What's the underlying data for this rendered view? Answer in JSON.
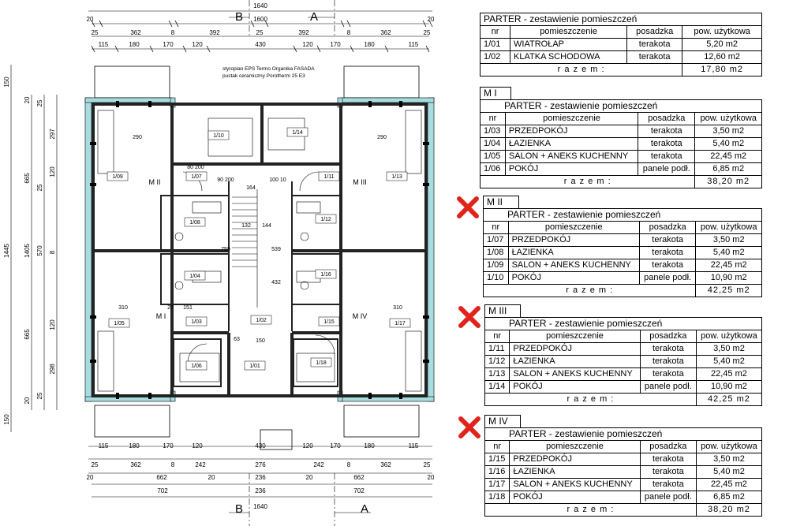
{
  "plan": {
    "overall_top": "1640",
    "inner_top": "1600",
    "overall_bottom": "1640",
    "section_b": "B",
    "section_a": "A",
    "top_dims_1": [
      "25",
      "362",
      "8",
      "392",
      "25",
      "392",
      "8",
      "362",
      "25"
    ],
    "top_dims_2": [
      "115",
      "180",
      "170",
      "120",
      "430",
      "120",
      "170",
      "180",
      "115"
    ],
    "bottom_dims_1": [
      "115",
      "180",
      "170",
      "120",
      "430",
      "120",
      "170",
      "180",
      "115"
    ],
    "bottom_dims_2": [
      "25",
      "362",
      "8",
      "242",
      "276",
      "242",
      "8",
      "362",
      "25"
    ],
    "bottom_dims_3": [
      "20",
      "662",
      "20",
      "236",
      "20",
      "662",
      "20"
    ],
    "bottom_dims_4": [
      "702",
      "236",
      "702"
    ],
    "left_dims": [
      "150",
      "20",
      "25",
      "297",
      "120",
      "665",
      "25",
      "570",
      "8",
      "665",
      "120",
      "298",
      "25",
      "20",
      "150"
    ],
    "left_total": "1445",
    "left_inner": "1405",
    "note_line1": "styropian EPS Termo Organika FASADA",
    "note_line2": "pustak ceramiczny Porotherm 25 E3",
    "room_labels": [
      "1/09",
      "1/10",
      "1/14",
      "1/13",
      "1/07",
      "1/11",
      "1/08",
      "1/12",
      "1/04",
      "1/16",
      "1/05",
      "1/03",
      "1/02",
      "1/15",
      "1/17",
      "1/06",
      "1/01",
      "1/18"
    ],
    "unit_labels": [
      "M II",
      "M III",
      "M I",
      "M IV"
    ],
    "misc_dims": [
      "290",
      "310",
      "80 200",
      "90 200",
      "164",
      "100 10",
      "144",
      "132",
      "539",
      "759",
      "432",
      "63",
      "150",
      "27",
      "151",
      "290",
      "310"
    ]
  },
  "tables": [
    {
      "unit": "",
      "title": "PARTER  -  zestawienie pomieszczeń",
      "headers": [
        "nr",
        "pomieszczenie",
        "posadzka",
        "pow. użytkowa"
      ],
      "rows": [
        [
          "1/01",
          "WIATROŁAP",
          "terakota",
          "5,20 m2"
        ],
        [
          "1/02",
          "KLATKA  SCHODOWA",
          "terakota",
          "12,60 m2"
        ]
      ],
      "sum_label": "r a z e m :",
      "sum": "17,80 m2",
      "crossed": false
    },
    {
      "unit": "M I",
      "title": "PARTER  -  zestawienie pomieszczeń",
      "headers": [
        "nr",
        "pomieszczenie",
        "posadzka",
        "pow. użytkowa"
      ],
      "rows": [
        [
          "1/03",
          "PRZEDPOKÓJ",
          "terakota",
          "3,50 m2"
        ],
        [
          "1/04",
          "ŁAZIENKA",
          "terakota",
          "5,40 m2"
        ],
        [
          "1/05",
          "SALON + ANEKS KUCHENNY",
          "terakota",
          "22,45 m2"
        ],
        [
          "1/06",
          "POKÓJ",
          "panele podł.",
          "6,85 m2"
        ]
      ],
      "sum_label": "r a z e m :",
      "sum": "38,20 m2",
      "crossed": false
    },
    {
      "unit": "M II",
      "title": "PARTER  -  zestawienie pomieszczeń",
      "headers": [
        "nr",
        "pomieszczenie",
        "posadzka",
        "pow. użytkowa"
      ],
      "rows": [
        [
          "1/07",
          "PRZEDPOKÓJ",
          "terakota",
          "3,50 m2"
        ],
        [
          "1/08",
          "ŁAZIENKA",
          "terakota",
          "5,40 m2"
        ],
        [
          "1/09",
          "SALON + ANEKS KUCHENNY",
          "terakota",
          "22,45 m2"
        ],
        [
          "1/10",
          "POKÓJ",
          "panele podł.",
          "10,90 m2"
        ]
      ],
      "sum_label": "r a z e m :",
      "sum": "42,25 m2",
      "crossed": true
    },
    {
      "unit": "M III",
      "title": "PARTER  -  zestawienie pomieszczeń",
      "headers": [
        "nr",
        "pomieszczenie",
        "posadzka",
        "pow. użytkowa"
      ],
      "rows": [
        [
          "1/11",
          "PRZEDPOKÓJ",
          "terakota",
          "3,50 m2"
        ],
        [
          "1/12",
          "ŁAZIENKA",
          "terakota",
          "5,40 m2"
        ],
        [
          "1/13",
          "SALON + ANEKS KUCHENNY",
          "terakota",
          "22,45 m2"
        ],
        [
          "1/14",
          "POKÓJ",
          "panele podł.",
          "10,90 m2"
        ]
      ],
      "sum_label": "r a z e m :",
      "sum": "42,25 m2",
      "crossed": true
    },
    {
      "unit": "M IV",
      "title": "PARTER  -  zestawienie pomieszczeń",
      "headers": [
        "nr",
        "pomieszczenie",
        "posadzka",
        "pow. użytkowa"
      ],
      "rows": [
        [
          "1/15",
          "PRZEDPOKÓJ",
          "terakota",
          "3,50 m2"
        ],
        [
          "1/16",
          "ŁAZIENKA",
          "terakota",
          "5,40 m2"
        ],
        [
          "1/17",
          "SALON + ANEKS KUCHENNY",
          "terakota",
          "22,45 m2"
        ],
        [
          "1/18",
          "POKÓJ",
          "panele podł.",
          "6,85 m2"
        ]
      ],
      "sum_label": "r a z e m :",
      "sum": "38,20 m2",
      "crossed": true
    }
  ],
  "colors": {
    "insulation": "#a8dde0",
    "wall": "#222222",
    "cross": "#e0231b"
  }
}
